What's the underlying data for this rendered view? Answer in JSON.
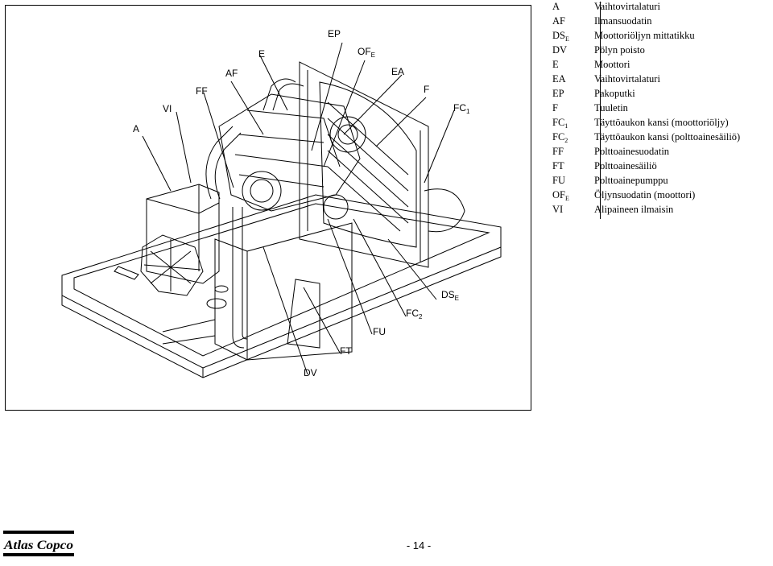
{
  "figure": {
    "callouts": [
      {
        "code": "A",
        "sub": ""
      },
      {
        "code": "VI",
        "sub": ""
      },
      {
        "code": "FF",
        "sub": ""
      },
      {
        "code": "AF",
        "sub": ""
      },
      {
        "code": "E",
        "sub": ""
      },
      {
        "code": "EP",
        "sub": ""
      },
      {
        "code": "OF",
        "sub": "E"
      },
      {
        "code": "EA",
        "sub": ""
      },
      {
        "code": "F",
        "sub": ""
      },
      {
        "code": "FC",
        "sub": "1"
      },
      {
        "code": "DS",
        "sub": "E"
      },
      {
        "code": "FC",
        "sub": "2"
      },
      {
        "code": "FU",
        "sub": ""
      },
      {
        "code": "FT",
        "sub": ""
      },
      {
        "code": "DV",
        "sub": ""
      }
    ]
  },
  "legend": [
    {
      "code": "A",
      "sub": "",
      "desc": "Vaihtovirtalaturi",
      "desc_sub": "",
      "desc_after": ""
    },
    {
      "code": "AF",
      "sub": "",
      "desc": "Ilmansuodatin",
      "desc_sub": "",
      "desc_after": ""
    },
    {
      "code": "DS",
      "sub": "E",
      "desc": "Moottoriöljyn mittatikku",
      "desc_sub": "",
      "desc_after": ""
    },
    {
      "code": "DV",
      "sub": "",
      "desc": "Pölyn poisto",
      "desc_sub": "",
      "desc_after": ""
    },
    {
      "code": "E",
      "sub": "",
      "desc": "Moottori",
      "desc_sub": "",
      "desc_after": ""
    },
    {
      "code": "EA",
      "sub": "",
      "desc": "Vaihtovirtalaturi",
      "desc_sub": "",
      "desc_after": ""
    },
    {
      "code": "EP",
      "sub": "",
      "desc": "Pakoputki",
      "desc_sub": "",
      "desc_after": ""
    },
    {
      "code": "F",
      "sub": "",
      "desc": "Tuuletin",
      "desc_sub": "",
      "desc_after": ""
    },
    {
      "code": "FC",
      "sub": "1",
      "desc": "Täyttöaukon kansi (moottoriöljy)",
      "desc_sub": "",
      "desc_after": ""
    },
    {
      "code": "FC",
      "sub": "2",
      "desc": "Täyttöaukon kansi (polttoainesäiliö)",
      "desc_sub": "",
      "desc_after": ""
    },
    {
      "code": "FF",
      "sub": "",
      "desc": "Polttoainesuodatin",
      "desc_sub": "",
      "desc_after": ""
    },
    {
      "code": "FT",
      "sub": "",
      "desc": "Polttoainesäiliö",
      "desc_sub": "",
      "desc_after": ""
    },
    {
      "code": "FU",
      "sub": "",
      "desc": "Polttoainepumppu",
      "desc_sub": "",
      "desc_after": ""
    },
    {
      "code": "OF",
      "sub": "E",
      "desc": "Öljynsuodatin (moottori)",
      "desc_sub": "",
      "desc_after": ""
    },
    {
      "code": "VI",
      "sub": "",
      "desc": "Alipaineen ilmaisin",
      "desc_sub": "",
      "desc_after": ""
    }
  ],
  "footer": {
    "logo_text": "Atlas Copco",
    "page_number": "- 14 -"
  }
}
